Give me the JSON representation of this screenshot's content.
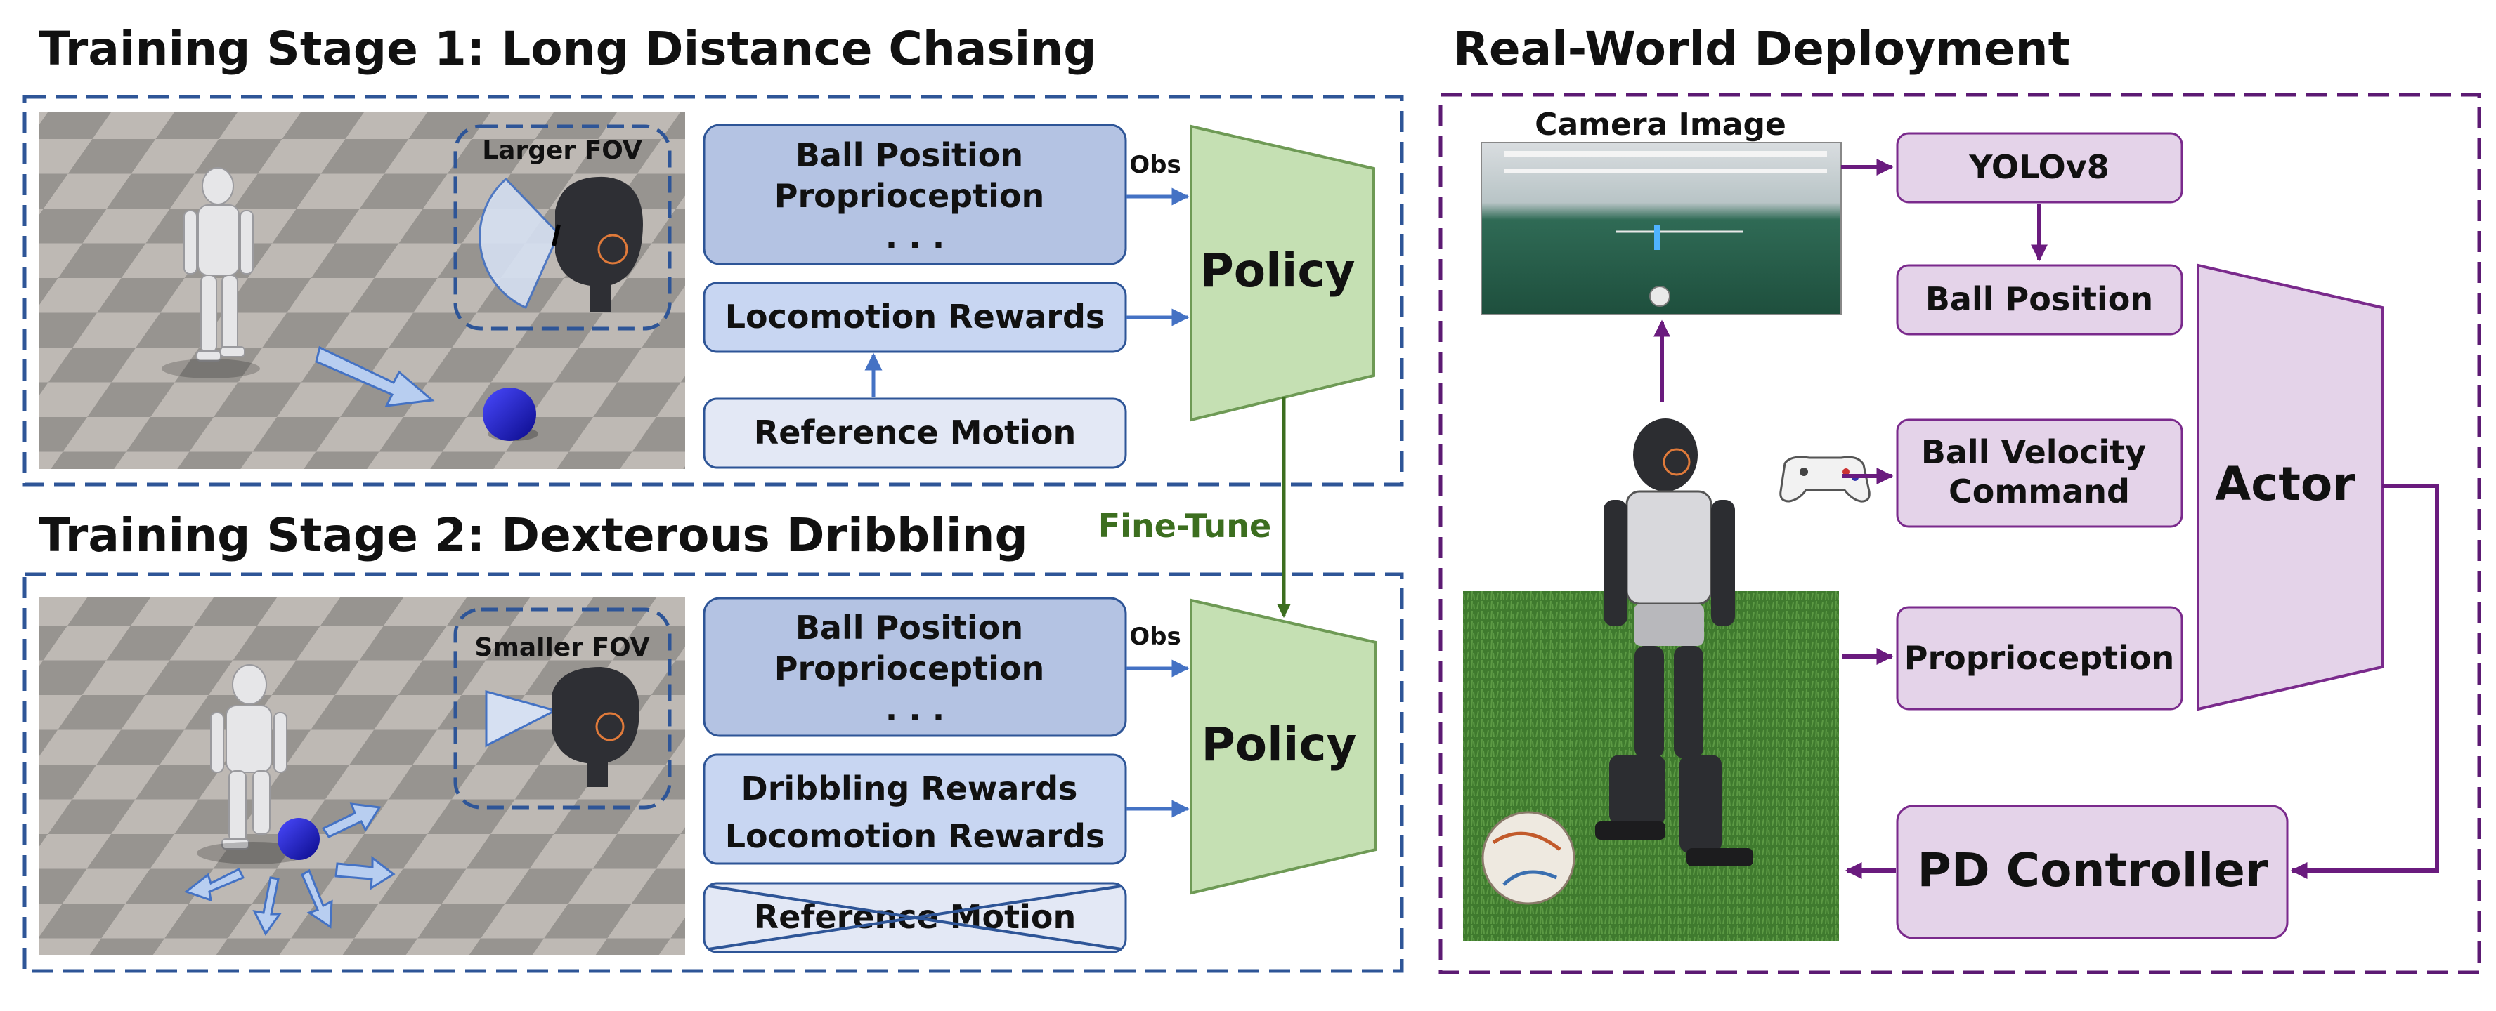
{
  "stage1": {
    "title": "Training Stage 1: Long Distance Chasing",
    "fov_label": "Larger FOV",
    "obs_box": [
      "Ball Position",
      "Proprioception",
      ". . ."
    ],
    "locomotion_rewards": "Locomotion Rewards",
    "reference_motion": "Reference Motion",
    "obs_label": "Obs",
    "policy_label": "Policy"
  },
  "finetune_label": "Fine-Tune",
  "stage2": {
    "title": "Training Stage 2: Dexterous Dribbling",
    "fov_label": "Smaller FOV",
    "obs_box": [
      "Ball Position",
      "Proprioception",
      ". . ."
    ],
    "rewards_box": [
      "Dribbling Rewards",
      "Locomotion Rewards"
    ],
    "reference_motion_crossed": "Reference Motion",
    "obs_label": "Obs",
    "policy_label": "Policy"
  },
  "deployment": {
    "title": "Real-World Deployment",
    "camera_label": "Camera Image",
    "yolo": "YOLOv8",
    "ball_position": "Ball Position",
    "ball_velocity_command": [
      "Ball Velocity",
      "Command"
    ],
    "proprioception": "Proprioception",
    "actor": "Actor",
    "pd_controller": "PD Controller"
  },
  "colors": {
    "stage_border": "#2e5597",
    "deploy_border": "#5c1a73",
    "obs_fill": "#b4c3e3",
    "reward_fill": "#c8d6f2",
    "ref_fill": "#e3e8f5",
    "policy_fill": "#c5e0b3",
    "policy_stroke": "#6e9a55",
    "finetune": "#3c6e1f",
    "deploy_fill": "#e4d3e9",
    "deploy_stroke": "#7a2a8c",
    "arrow_blue": "#4472c4"
  }
}
